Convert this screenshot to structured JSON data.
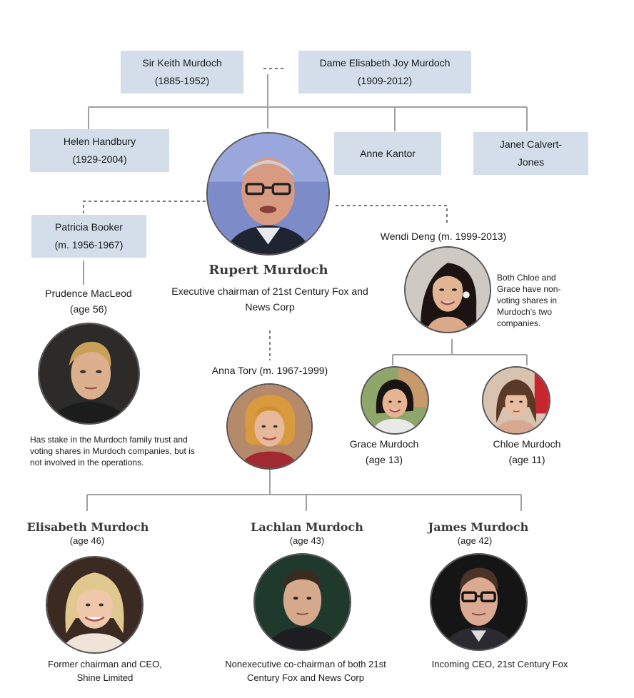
{
  "parents": {
    "father": {
      "name": "Sir Keith Murdoch",
      "years": "(1885-1952)"
    },
    "mother": {
      "name": "Dame Elisabeth Joy Murdoch",
      "years": "(1909-2012)"
    }
  },
  "siblings": [
    {
      "name": "Helen Handbury",
      "years": "(1929-2004)"
    },
    {
      "name": "Anne Kantor"
    },
    {
      "name_line1": "Janet Calvert-",
      "name_line2": "Jones"
    }
  ],
  "rupert": {
    "name": "Rupert Murdoch",
    "role_line1": "Executive chairman of 21st Century Fox and",
    "role_line2": "News Corp"
  },
  "patricia": {
    "name": "Patricia Booker",
    "years": "(m. 1956-1967)"
  },
  "prudence": {
    "name": "Prudence MacLeod",
    "age": "(age 56)",
    "note_line1": "Has stake in the Murdoch family trust and",
    "note_line2": "voting shares in Murdoch companies, but is",
    "note_line3": "not involved in the operations."
  },
  "anna": {
    "label": "Anna Torv (m. 1967-1999)"
  },
  "wendi": {
    "label": "Wendi Deng (m. 1999-2013)",
    "note_lines": [
      "Both Chloe and",
      "Grace have non-",
      "voting shares in",
      "Murdoch's two",
      "companies."
    ]
  },
  "grace": {
    "name": "Grace Murdoch",
    "age": "(age 13)"
  },
  "chloe": {
    "name": "Chloe Murdoch",
    "age": "(age 11)"
  },
  "children": [
    {
      "name": "Elisabeth Murdoch",
      "age": "(age 46)",
      "role_line1": "Former chairman and CEO,",
      "role_line2": "Shine Limited"
    },
    {
      "name": "Lachlan Murdoch",
      "age": "(age 43)",
      "role_line1": "Nonexecutive co-chairman of both 21st",
      "role_line2": "Century Fox and News Corp"
    },
    {
      "name": "James Murdoch",
      "age": "(age 42)",
      "role_line1": "Incoming CEO, 21st Century Fox",
      "role_line2": ""
    }
  ],
  "colors": {
    "box": "#d3deea",
    "line": "#999999",
    "name_serif": "#3a3a3a"
  }
}
